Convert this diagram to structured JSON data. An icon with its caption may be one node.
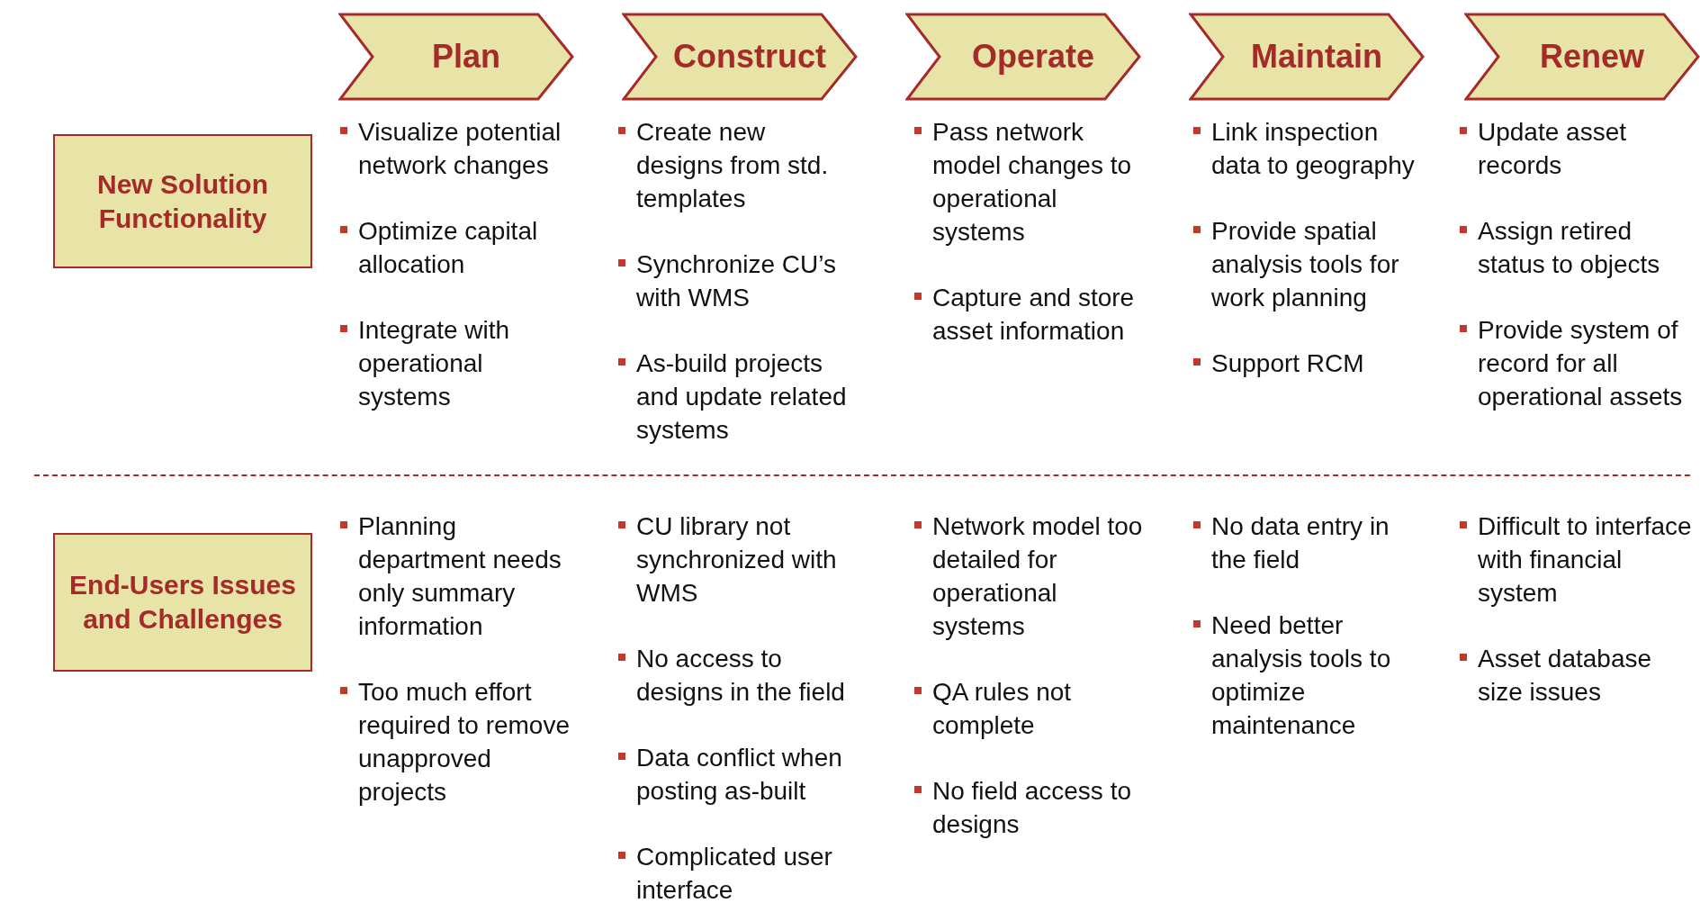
{
  "diagram": {
    "nodes": [
      {
        "text": [
          "Plan"
        ]
      },
      {
        "text": [
          "Construct"
        ]
      },
      {
        "text": [
          "Operate"
        ]
      },
      {
        "text": [
          "Maintain"
        ]
      },
      {
        "text": [
          "Renew"
        ]
      },
      {
        "text": [
          "New Solution Functionality"
        ]
      },
      {
        "text": [
          "End-Users Issues and Challenges"
        ]
      }
    ],
    "edges": [],
    "labels": [
      "Visualize potential network changes",
      "Optimize capital allocation",
      "Integrate with operational systems",
      "Create new designs from std. templates",
      "Synchronize CU’s with WMS",
      "As-build projects and update related systems",
      "Pass network model changes to operational systems",
      "Capture and store asset information",
      "Link inspection data to geography",
      "Provide spatial analysis tools for work planning",
      "Support RCM",
      "Update asset records",
      "Assign retired status to objects",
      "Provide system of record for all operational assets",
      "Planning department needs only summary information",
      "Too much effort required to remove unapproved projects",
      "CU library not synchronized with WMS",
      "No access to designs in the field",
      "Data conflict when posting as-built",
      "Complicated user interface",
      "Network model too detailed for operational systems",
      "QA rules not complete",
      "No field access to designs",
      "No data entry in the field",
      "Need better analysis tools to optimize maintenance",
      "Difficult to interface with financial system",
      "Asset database size issues"
    ]
  }
}
